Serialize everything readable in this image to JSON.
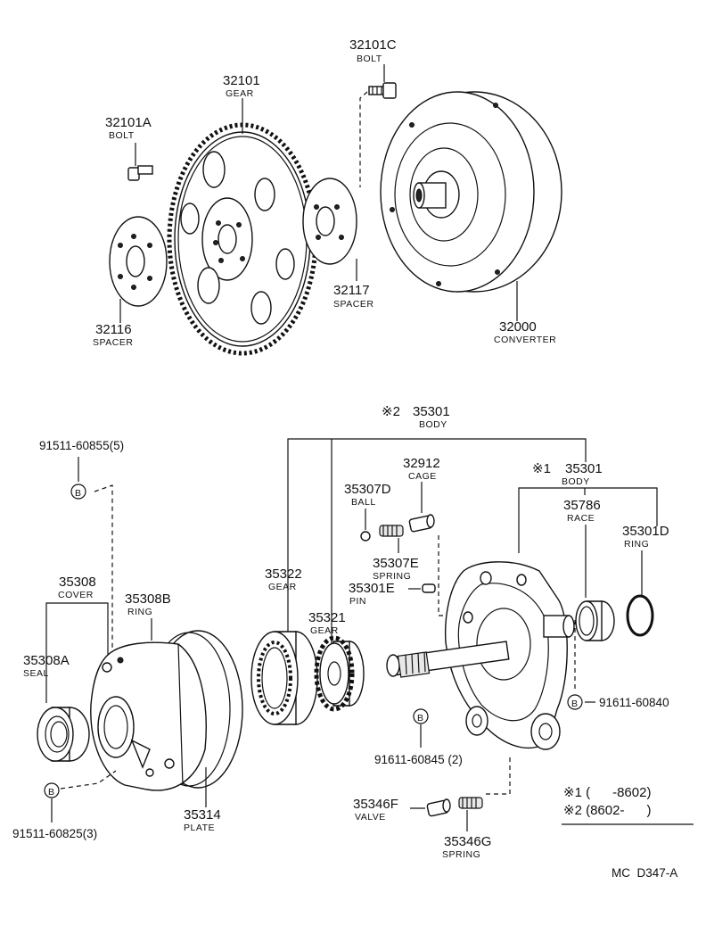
{
  "parts": {
    "p32101c": {
      "number": "32101C",
      "name": "BOLT"
    },
    "p32101": {
      "number": "32101",
      "name": "GEAR"
    },
    "p32101a": {
      "number": "32101A",
      "name": "BOLT"
    },
    "p32116": {
      "number": "32116",
      "name": "SPACER"
    },
    "p32117": {
      "number": "32117",
      "name": "SPACER"
    },
    "p32000": {
      "number": "32000",
      "name": "CONVERTER"
    },
    "p35301_2": {
      "mark": "※2",
      "number": "35301",
      "name": "BODY"
    },
    "p35301_1": {
      "mark": "※1",
      "number": "35301",
      "name": "BODY"
    },
    "p32912": {
      "number": "32912",
      "name": "CAGE"
    },
    "p35307d": {
      "number": "35307D",
      "name": "BALL"
    },
    "p35307e": {
      "number": "35307E",
      "name": "SPRING"
    },
    "p35786": {
      "number": "35786",
      "name": "RACE"
    },
    "p35301d": {
      "number": "35301D",
      "name": "RING"
    },
    "p35301e": {
      "number": "35301E",
      "name": "PIN"
    },
    "p35322": {
      "number": "35322",
      "name": "GEAR"
    },
    "p35321": {
      "number": "35321",
      "name": "GEAR"
    },
    "p35308": {
      "number": "35308",
      "name": "COVER"
    },
    "p35308b": {
      "number": "35308B",
      "name": "RING"
    },
    "p35308a": {
      "number": "35308A",
      "name": "SEAL"
    },
    "p35314": {
      "number": "35314",
      "name": "PLATE"
    },
    "p35346f": {
      "number": "35346F",
      "name": "VALVE"
    },
    "p35346g": {
      "number": "35346G",
      "name": "SPRING"
    }
  },
  "bolt_refs": {
    "b1": "91511-60855(5)",
    "b2": "91611-60840",
    "b3": "91611-60845 (2)",
    "b4": "91511-60825(3)",
    "marker": "B"
  },
  "legend": {
    "row1": "※1 (      -8602)",
    "row2": "※2 (8602-      )"
  },
  "diagram_code": "MC  D347-A"
}
